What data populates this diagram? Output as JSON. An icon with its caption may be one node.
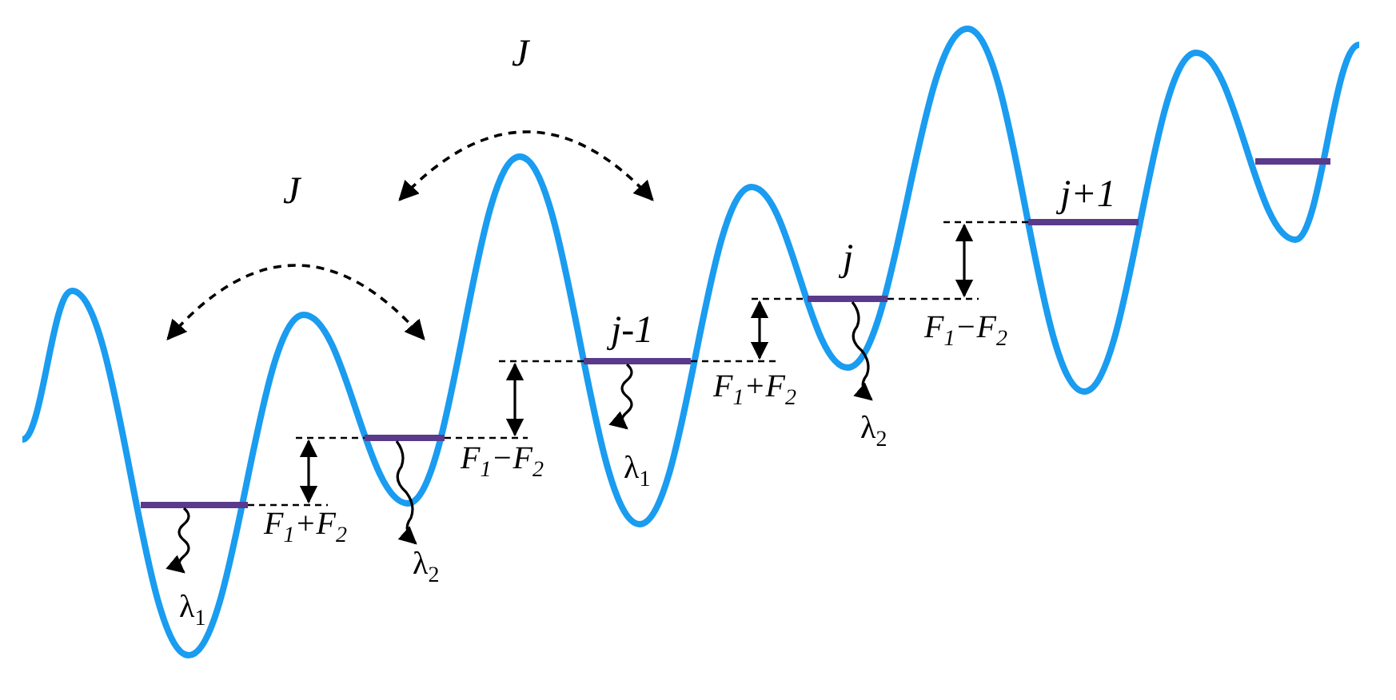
{
  "diagram": {
    "labels": [
      "J",
      "J",
      "j+1",
      "j",
      "j-1",
      "F$_{1}$−F$_{2}$",
      "F$_{1}$+F$_{2}$",
      "λ$_{2}$",
      "F$_{1}$−F$_{2}$",
      "λ$_{1}$",
      "F$_{1}$+F$_{2}$",
      "λ$_{2}$",
      "λ$_{1}$"
    ]
  }
}
